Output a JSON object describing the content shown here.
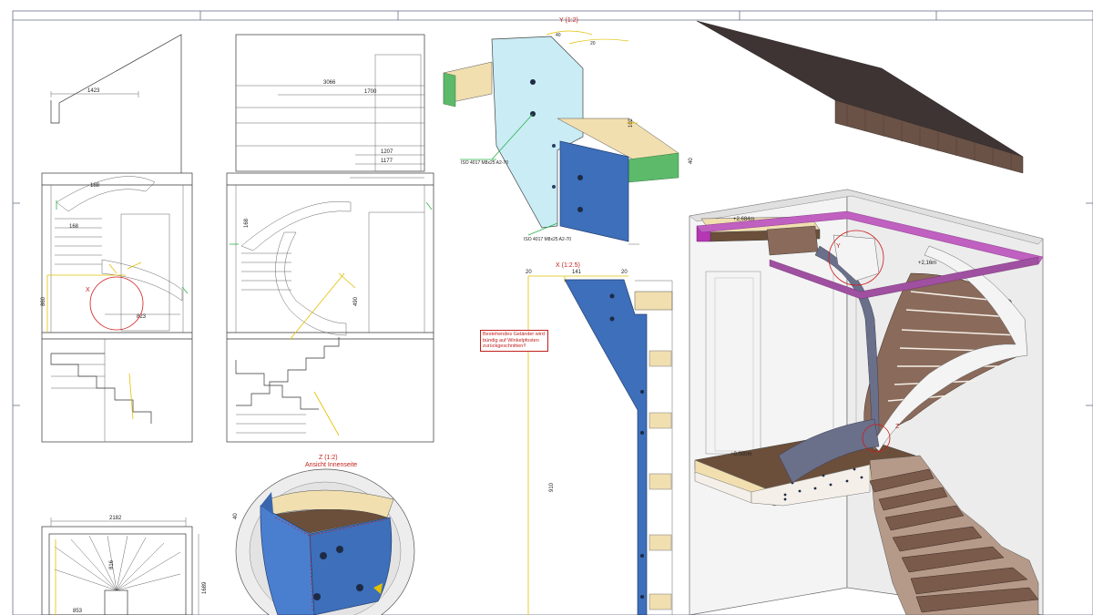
{
  "details": {
    "y_title": "Y (1:2)",
    "x_title": "X (1:2.5)",
    "z_title": "Z (1:2)",
    "z_subtitle": "Ansicht Innenseite"
  },
  "note": {
    "lines": [
      "Bestehendes Geländer wird",
      "bündig auf Winkelpfosten",
      "zurückgeschnitten!!"
    ]
  },
  "elev1": {
    "dim_top": "1423",
    "dim_mid": "188",
    "dim_a": "168",
    "dim_b": "823",
    "dim_c": "860",
    "callout": "X"
  },
  "elev2": {
    "dim_total": "3066",
    "dim_1700": "1700",
    "dim_1207": "1207",
    "dim_1177": "1177",
    "dim_a": "168",
    "dim_b": "490"
  },
  "plan": {
    "dim_width": "2182",
    "dim_height": "1689",
    "dim_inner": "853",
    "dim_mid": "816"
  },
  "x_detail": {
    "dim_20a": "20",
    "dim_141": "141",
    "dim_20b": "20",
    "dim_910": "910"
  },
  "y_detail": {
    "dim_40": "40",
    "dim_20": "20",
    "dim_102": "102",
    "dim_40b": "40",
    "leader1": "ISO 4017 M8x25 A2-70",
    "leader2": "ISO 4017 M8x25 A2-70"
  },
  "z_detail": {
    "dim_40": "40"
  },
  "iso": {
    "level_top": "+2,684m",
    "level_mid": "+2,16m",
    "level_floor": "+0,000m",
    "callout_y": "Y",
    "callout_z": "Z"
  }
}
